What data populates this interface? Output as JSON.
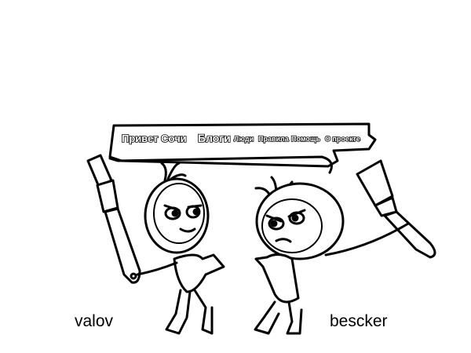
{
  "banner": {
    "site_name": "Привет Сочи",
    "nav": [
      "Блоги",
      "Люди",
      "Правила",
      "Помощь",
      "О проекте"
    ]
  },
  "characters": {
    "left_name": "valov",
    "right_name": "bescker"
  }
}
